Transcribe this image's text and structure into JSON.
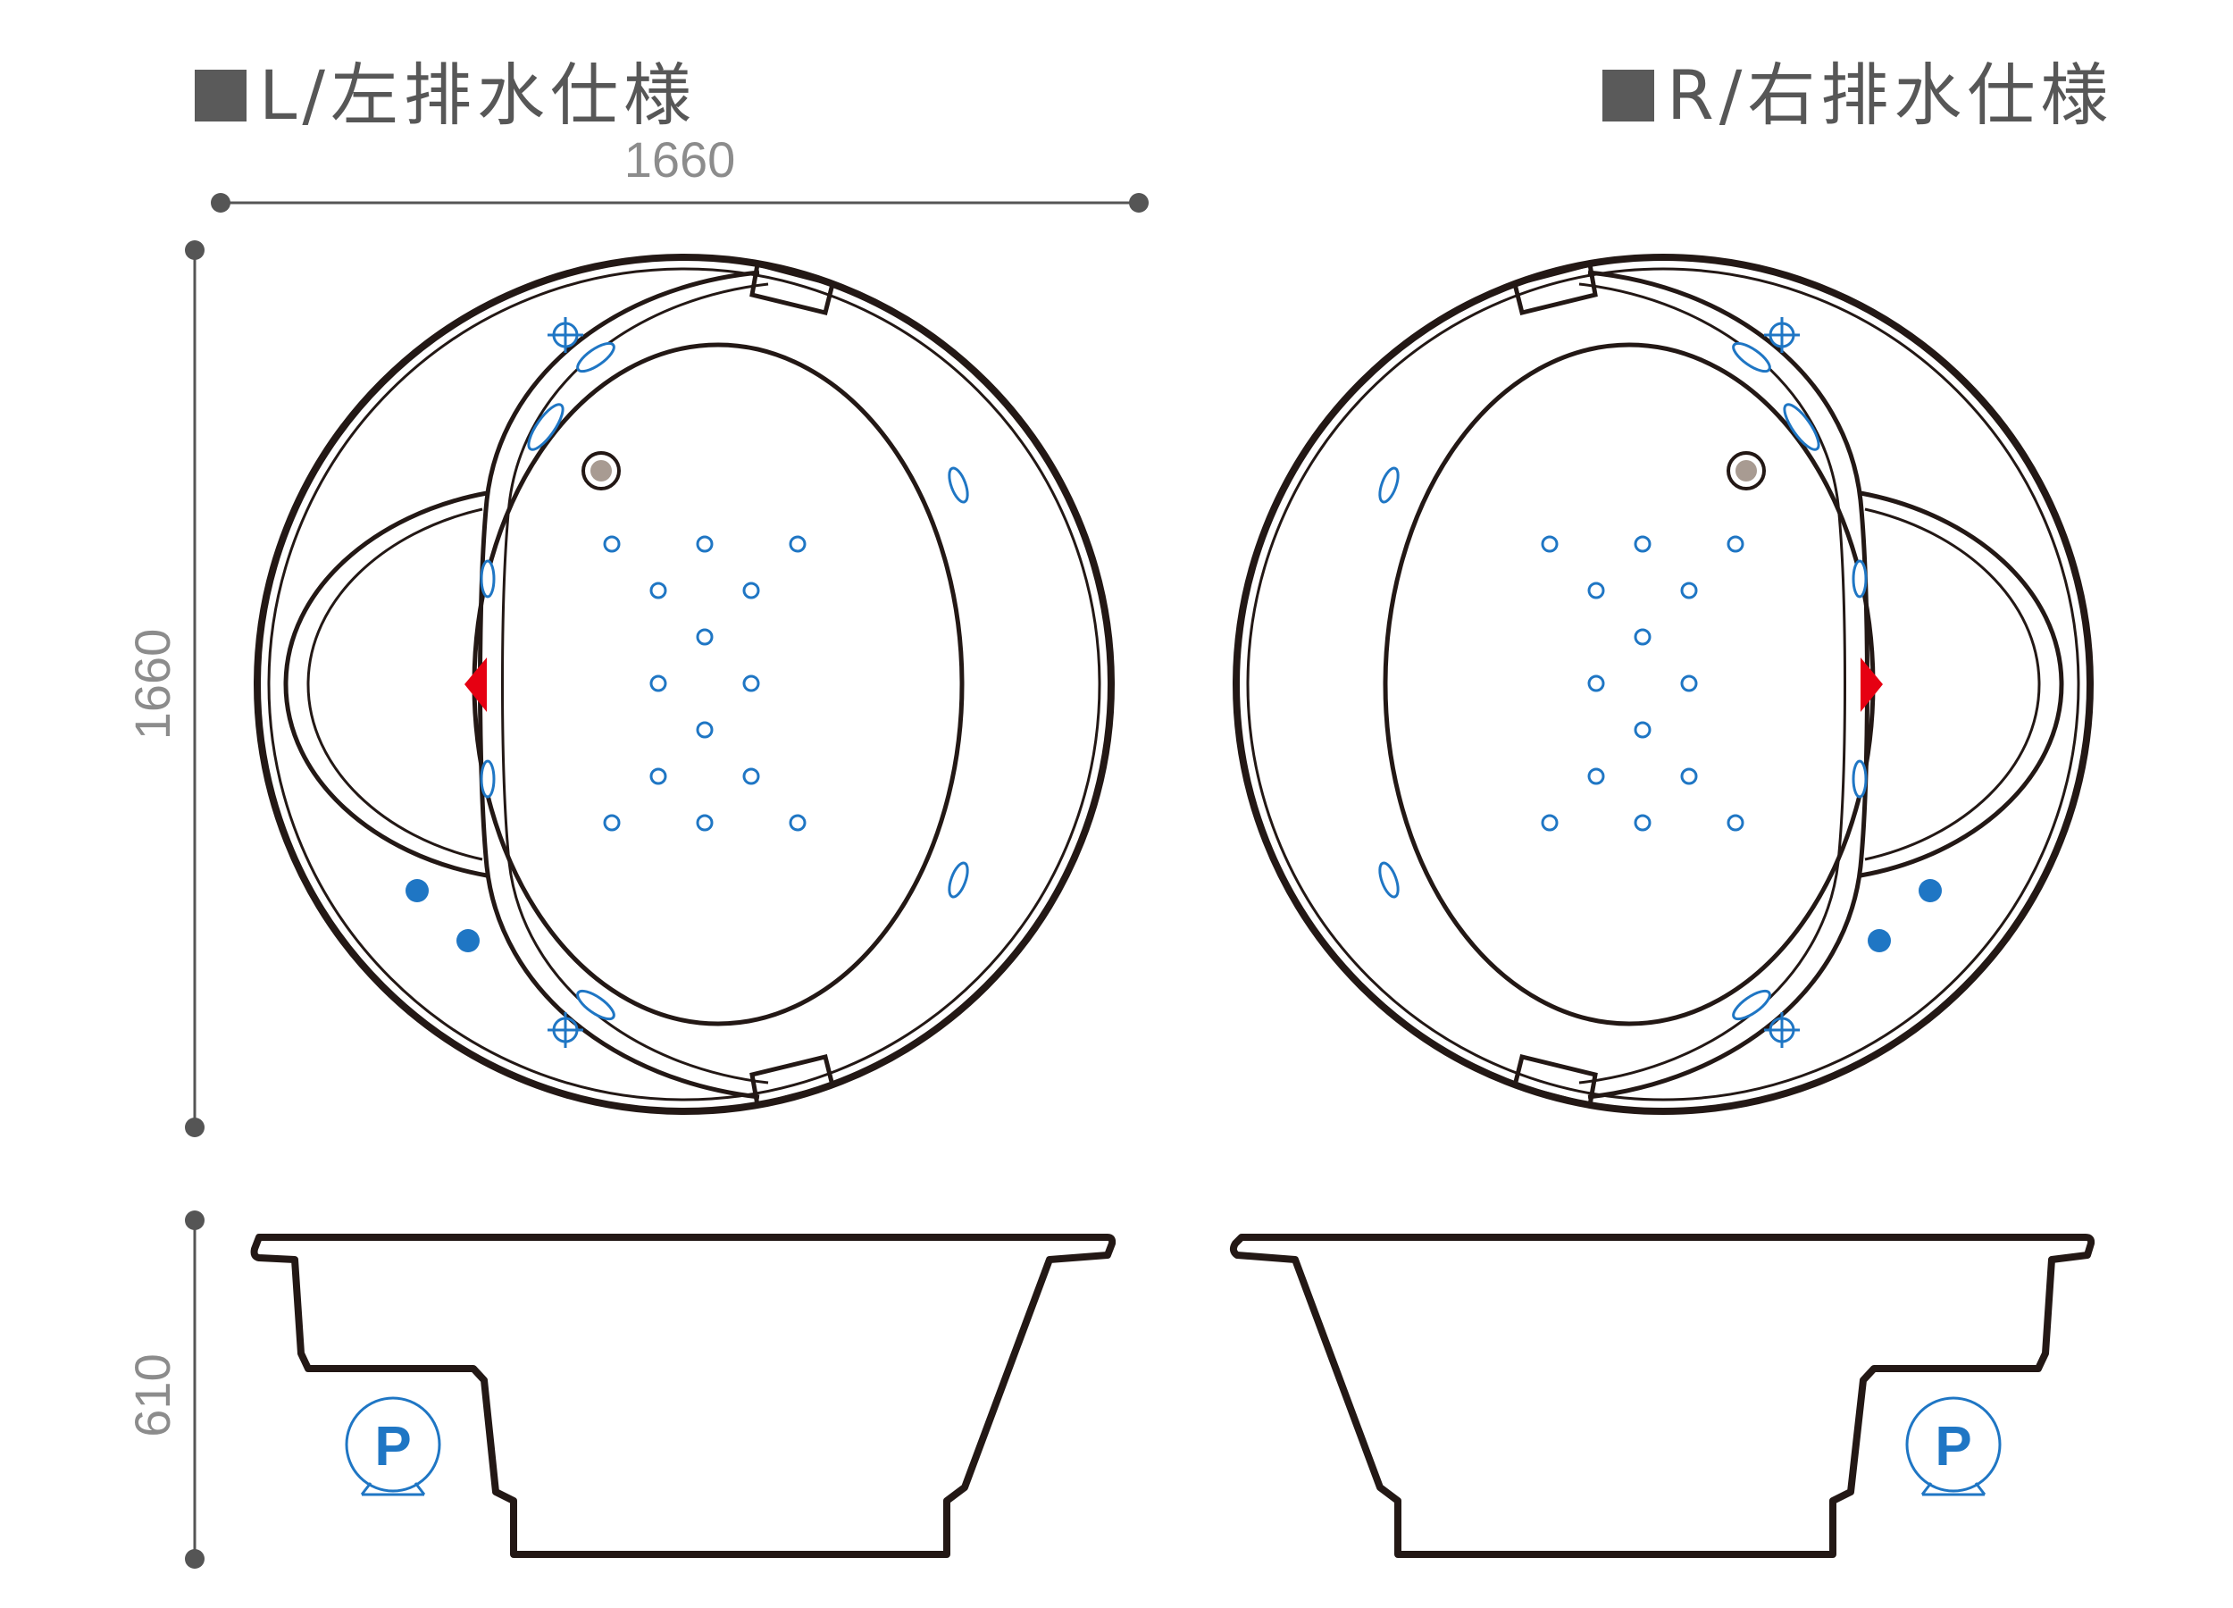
{
  "panels": {
    "left": {
      "title": "L/左排水仕様",
      "pump_label": "P"
    },
    "right": {
      "title": "R/右排水仕様",
      "pump_label": "P"
    }
  },
  "dimensions": {
    "width": "1660",
    "depth": "1660",
    "height": "610"
  },
  "colors": {
    "title_square": "#5a5a5a",
    "outline": "#231815",
    "jet_blue": "#1f76c4",
    "drain_marker": "#e60012",
    "dimension_gray": "#8c8c8c"
  },
  "icons": {
    "title_square": "square-icon",
    "pump": "pump-icon",
    "drain_marker": "triangle-icon",
    "aim_jet": "crosshair-icon",
    "drain_plug": "drain-icon"
  }
}
